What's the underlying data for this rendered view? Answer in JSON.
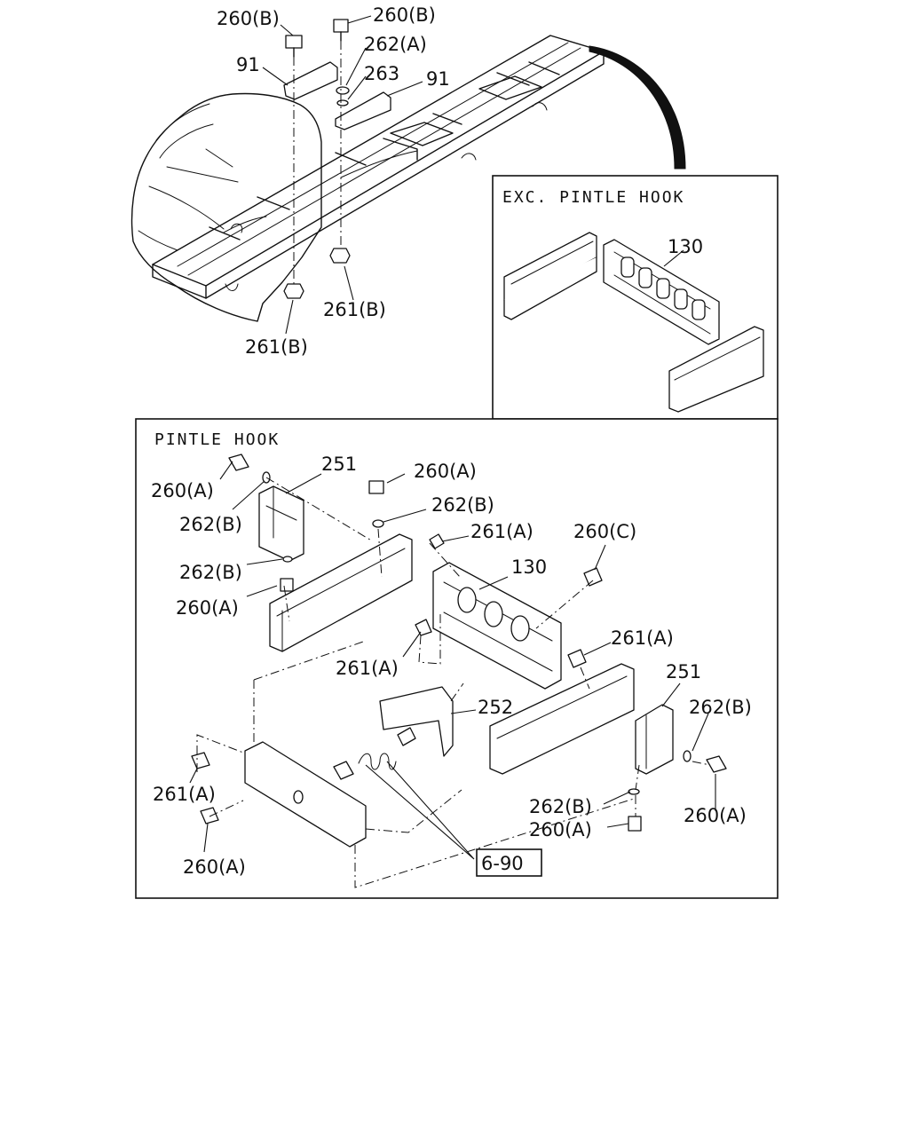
{
  "panels": {
    "exc_pintle_hook_title": "EXC. PINTLE HOOK",
    "pintle_hook_title": "PINTLE HOOK"
  },
  "callouts": {
    "top": [
      "260(B)",
      "260(B)",
      "262(A)",
      "91",
      "263",
      "91",
      "261(B)",
      "261(B)"
    ],
    "exc": [
      "130"
    ],
    "pintle": [
      "251",
      "260(A)",
      "260(A)",
      "262(B)",
      "262(B)",
      "261(A)",
      "260(C)",
      "262(B)",
      "130",
      "260(A)",
      "261(A)",
      "261(A)",
      "251",
      "252",
      "262(B)",
      "261(A)",
      "262(B)",
      "260(A)",
      "260(A)",
      "260(A)"
    ]
  },
  "reference": {
    "label": "6-90"
  }
}
